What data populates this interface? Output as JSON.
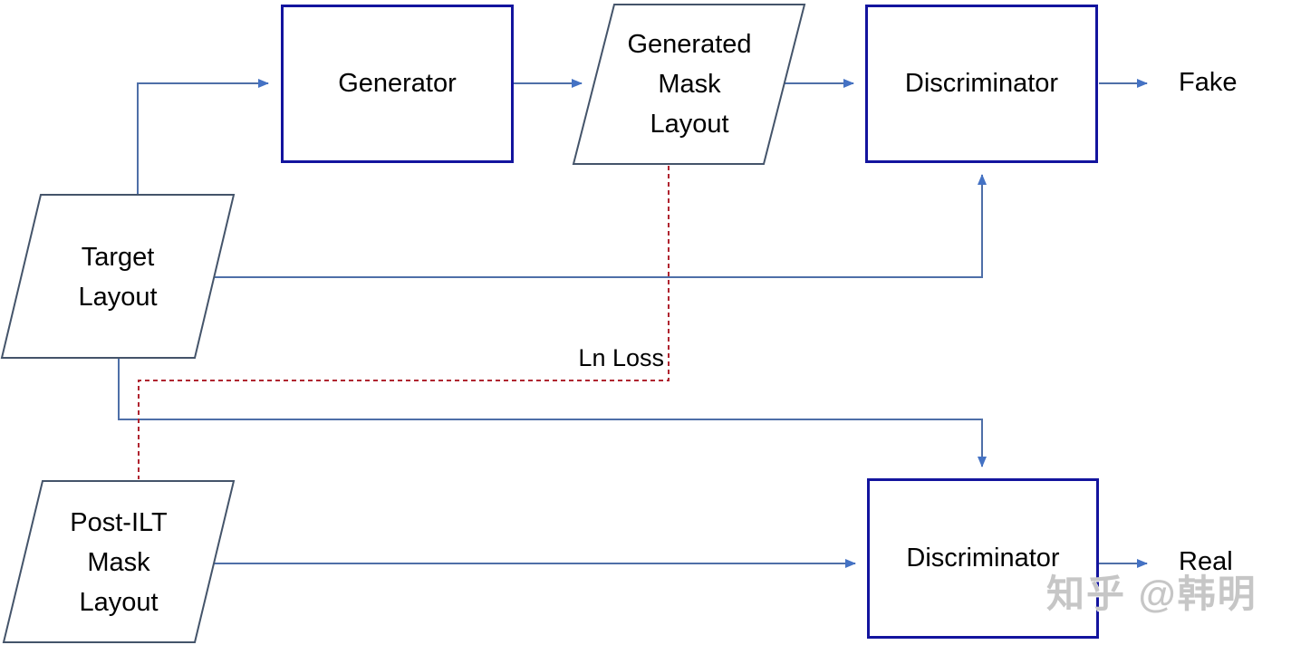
{
  "diagram": {
    "nodes": {
      "generator": {
        "label": "Generator"
      },
      "generated_mask_layout": {
        "lines": [
          "Generated",
          "Mask",
          "Layout"
        ]
      },
      "discriminator_top": {
        "label": "Discriminator"
      },
      "target_layout": {
        "lines": [
          "Target",
          "Layout"
        ]
      },
      "post_ilt_mask_layout": {
        "lines": [
          "Post-ILT",
          "Mask",
          "Layout"
        ]
      },
      "discriminator_bottom": {
        "label": "Discriminator"
      }
    },
    "annotations": {
      "fake": "Fake",
      "real": "Real",
      "ln_loss": "Ln Loss"
    },
    "watermark": {
      "text": "知乎 @韩明"
    },
    "colors": {
      "process_box_border": "#13149E",
      "data_shape_border": "#44546A",
      "data_shape_fill": "#FFFFFF",
      "connector": "#4E6FA8",
      "arrowhead": "#4472C4",
      "loss_line": "#B02430",
      "text": "#000000",
      "watermark": "#C6C6C6"
    }
  }
}
